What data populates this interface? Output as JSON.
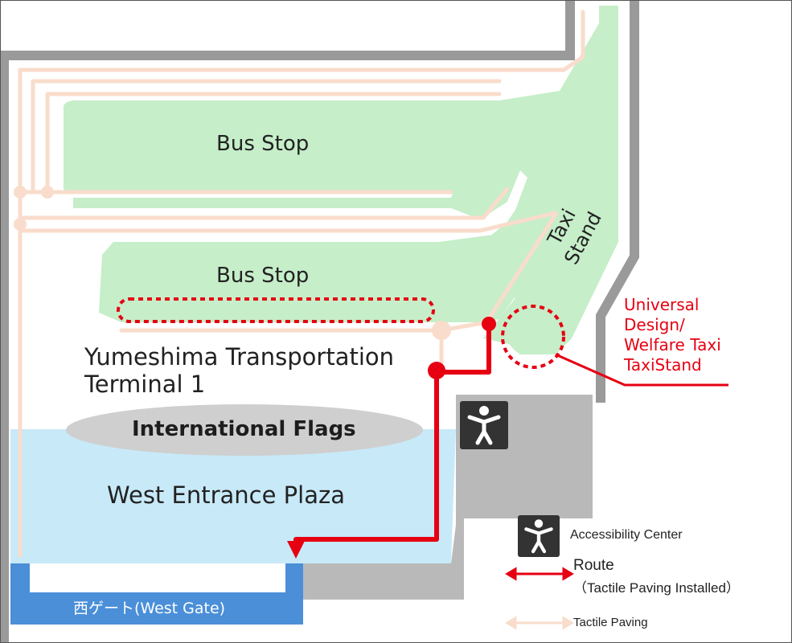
{
  "colors": {
    "bus_area": "#c6eec9",
    "plaza": "#c8e9f8",
    "gate": "#4a8fd8",
    "wall": "#9a9a9a",
    "facility": "#b9b9b9",
    "tactile": "#f9dccb",
    "route": "#e60012",
    "flags_oval": "#cfcfcf",
    "icon_bg": "#333333"
  },
  "labels": {
    "bus_stop_upper": "Bus Stop",
    "bus_stop_lower": "Bus Stop",
    "terminal_line1": "Yumeshima Transportation",
    "terminal_line2": "Terminal 1",
    "flags": "International Flags",
    "plaza": "West Entrance Plaza",
    "gate": "西ゲート(West Gate)",
    "taxi_line1": "Taxi",
    "taxi_line2": "Stand",
    "universal_line1": "Universal",
    "universal_line2": "Design/",
    "universal_line3": "Welfare Taxi",
    "universal_line4": "TaxiStand"
  },
  "legend": {
    "accessibility_center": "Accessibility Center",
    "route": "Route",
    "route_note": "（Tactile Paving Installed）",
    "tactile_paving": "Tactile Paving"
  },
  "icons": {
    "accessibility": "accessibility-person-icon",
    "route_arrow": "double-arrow-icon"
  }
}
